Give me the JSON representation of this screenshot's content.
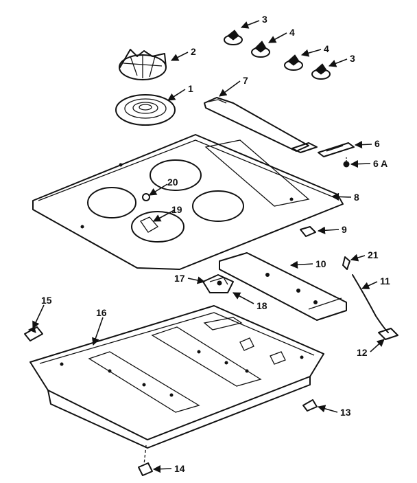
{
  "diagram": {
    "callouts": [
      {
        "id": "c1",
        "text": "1"
      },
      {
        "id": "c2",
        "text": "2"
      },
      {
        "id": "c3a",
        "text": "3"
      },
      {
        "id": "c3b",
        "text": "3"
      },
      {
        "id": "c4a",
        "text": "4"
      },
      {
        "id": "c4b",
        "text": "4"
      },
      {
        "id": "c6",
        "text": "6"
      },
      {
        "id": "c6a",
        "text": "6 A"
      },
      {
        "id": "c7",
        "text": "7"
      },
      {
        "id": "c8",
        "text": "8"
      },
      {
        "id": "c9",
        "text": "9"
      },
      {
        "id": "c10",
        "text": "10"
      },
      {
        "id": "c11",
        "text": "11"
      },
      {
        "id": "c12",
        "text": "12"
      },
      {
        "id": "c13",
        "text": "13"
      },
      {
        "id": "c14",
        "text": "14"
      },
      {
        "id": "c15",
        "text": "15"
      },
      {
        "id": "c16",
        "text": "16"
      },
      {
        "id": "c17",
        "text": "17"
      },
      {
        "id": "c18",
        "text": "18"
      },
      {
        "id": "c19",
        "text": "19"
      },
      {
        "id": "c20",
        "text": "20"
      },
      {
        "id": "c21",
        "text": "21"
      }
    ]
  }
}
